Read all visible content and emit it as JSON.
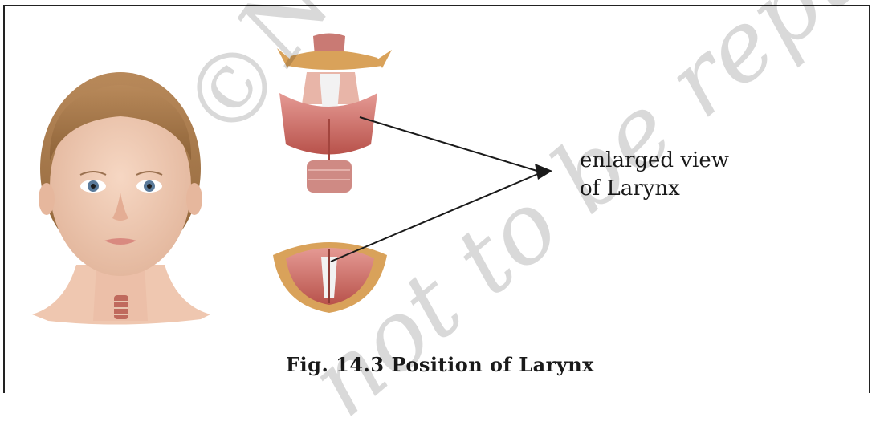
{
  "figure": {
    "label_line1": "enlarged view",
    "label_line2": "of Larynx",
    "caption": "Fig. 14.3 Position of Larynx"
  },
  "watermark": {
    "line1": "©NCERT",
    "line2": "not to be republished"
  },
  "icons": [
    "child-face-illustration",
    "larynx-front-illustration",
    "larynx-top-illustration",
    "pointer-arrow-icon"
  ]
}
